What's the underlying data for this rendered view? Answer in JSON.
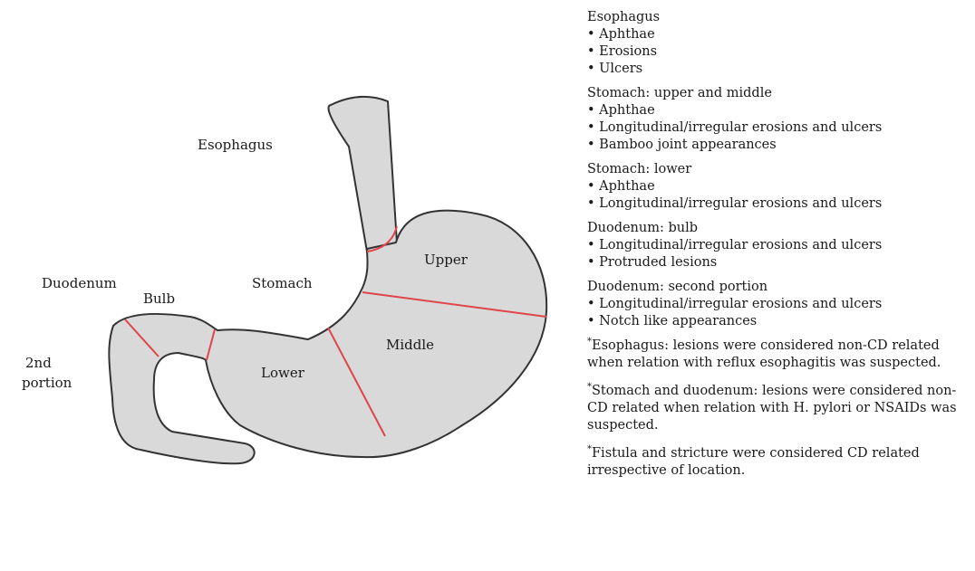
{
  "diagram": {
    "labels": {
      "esophagus": "Esophagus",
      "duodenum": "Duodenum",
      "bulb": "Bulb",
      "stomach": "Stomach",
      "upper": "Upper",
      "middle": "Middle",
      "lower": "Lower",
      "second_portion_line1": "2nd",
      "second_portion_line2": "portion"
    },
    "colors": {
      "organ_fill": "#d9d9d9",
      "outline": "#333333",
      "divider": "#e0454a"
    }
  },
  "legend": {
    "sections": [
      {
        "title": "Esophagus",
        "items": [
          "Aphthae",
          "Erosions",
          "Ulcers"
        ]
      },
      {
        "title": "Stomach: upper and middle",
        "items": [
          "Aphthae",
          "Longitudinal/irregular erosions and ulcers",
          "Bamboo joint appearances"
        ]
      },
      {
        "title": "Stomach: lower",
        "items": [
          "Aphthae",
          "Longitudinal/irregular erosions and ulcers"
        ]
      },
      {
        "title": "Duodenum: bulb",
        "items": [
          "Longitudinal/irregular erosions and ulcers",
          "Protruded lesions"
        ]
      },
      {
        "title": "Duodenum: second portion",
        "items": [
          "Longitudinal/irregular erosions and ulcers",
          "Notch like appearances"
        ]
      }
    ],
    "notes": [
      {
        "asterisk": "*",
        "text": "Esophagus: lesions were considered non-CD related when relation with reflux esophagitis was suspected."
      },
      {
        "asterisk": "*",
        "text": "Stomach and duodenum: lesions were considered non-CD related when relation with H. pylori or NSAIDs was suspected."
      },
      {
        "asterisk": "*",
        "text": "Fistula and stricture were considered CD related irrespective of location."
      }
    ]
  }
}
